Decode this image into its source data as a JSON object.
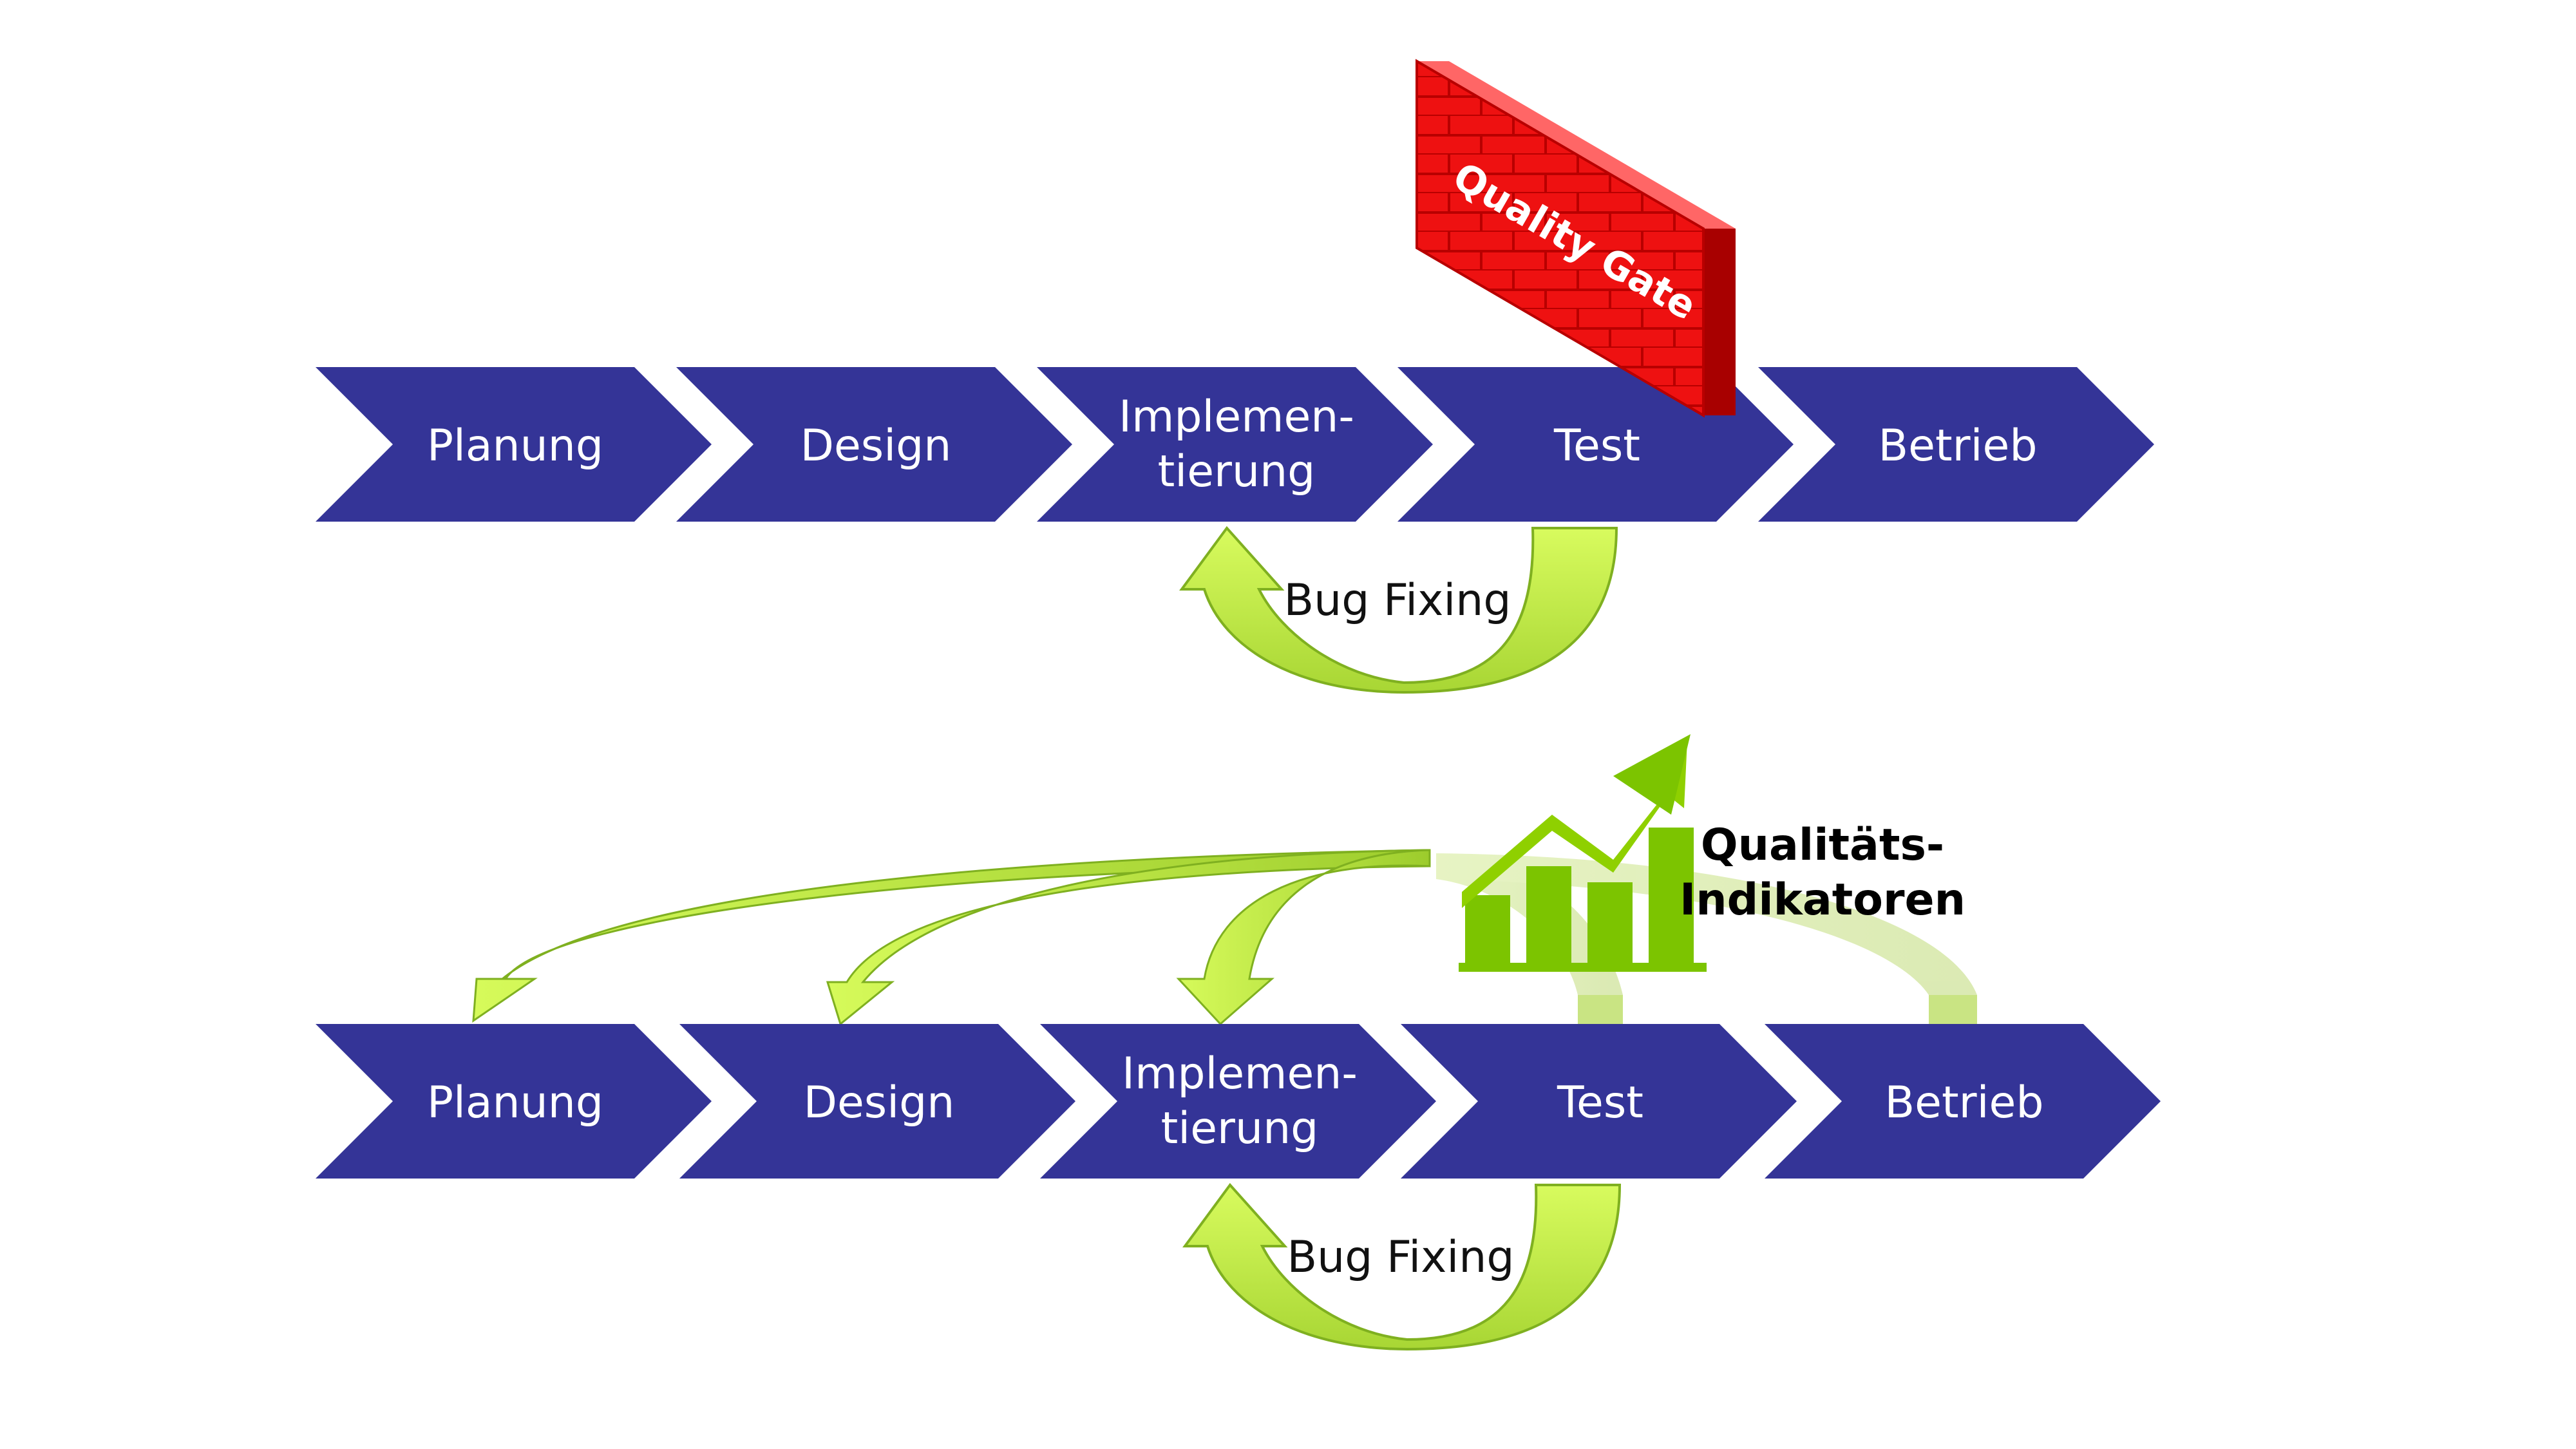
{
  "top_flow": {
    "steps": [
      {
        "label": "Planung"
      },
      {
        "label": "Design"
      },
      {
        "label_line1": "Implemen-",
        "label_line2": "tierung"
      },
      {
        "label": "Test"
      },
      {
        "label": "Betrieb"
      }
    ],
    "bug_fixing": "Bug Fixing",
    "quality_gate": "Quality Gate"
  },
  "bottom_flow": {
    "steps": [
      {
        "label": "Planung"
      },
      {
        "label": "Design"
      },
      {
        "label_line1": "Implemen-",
        "label_line2": "tierung"
      },
      {
        "label": "Test"
      },
      {
        "label": "Betrieb"
      }
    ],
    "bug_fixing": "Bug Fixing",
    "quality_indicators_line1": "Qualitäts-",
    "quality_indicators_line2": "Indikatoren"
  },
  "colors": {
    "chevron": "#343497",
    "arrow_green": "#c8f046",
    "arrow_dark_green": "#9ccc2c",
    "chart_green": "#7cc400",
    "gate_red": "#ee1111"
  },
  "icons": {
    "quality_gate": "brick-wall-icon",
    "quality_indicators": "growth-chart-icon"
  }
}
